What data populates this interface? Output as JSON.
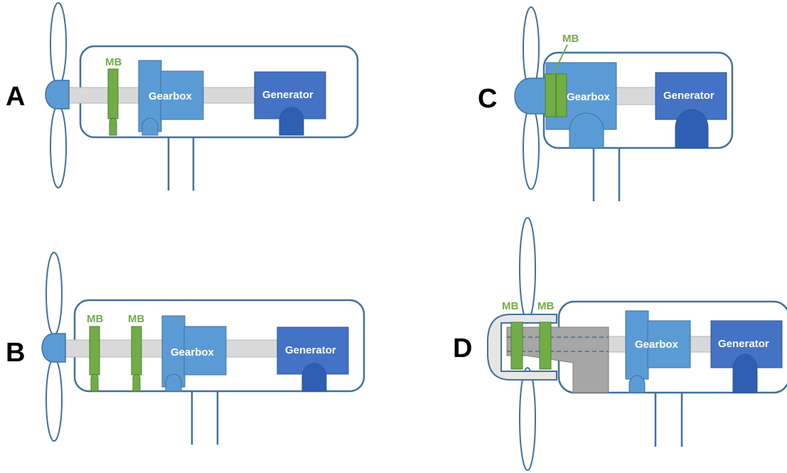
{
  "colors": {
    "outline": "#41719c",
    "hub": "#5b9bd5",
    "shaft": "#d9d9d9",
    "shaft_stroke": "#b4b4b4",
    "bearing": "#70ad47",
    "bearing_stroke": "#507e32",
    "gearbox": "#5b9bd5",
    "generator": "#4472c4",
    "frame": "#a6a6a6",
    "carrier": "#e7e6e6"
  },
  "panels": {
    "A": {
      "letter": "A",
      "mb_labels": [
        "MB"
      ],
      "gearbox": "Gearbox",
      "generator": "Generator"
    },
    "B": {
      "letter": "B",
      "mb_labels": [
        "MB",
        "MB"
      ],
      "gearbox": "Gearbox",
      "generator": "Generator"
    },
    "C": {
      "letter": "C",
      "mb_labels": [
        "MB"
      ],
      "gearbox": "Gearbox",
      "generator": "Generator"
    },
    "D": {
      "letter": "D",
      "mb_labels": [
        "MB",
        "MB"
      ],
      "gearbox": "Gearbox",
      "generator": "Generator"
    }
  }
}
